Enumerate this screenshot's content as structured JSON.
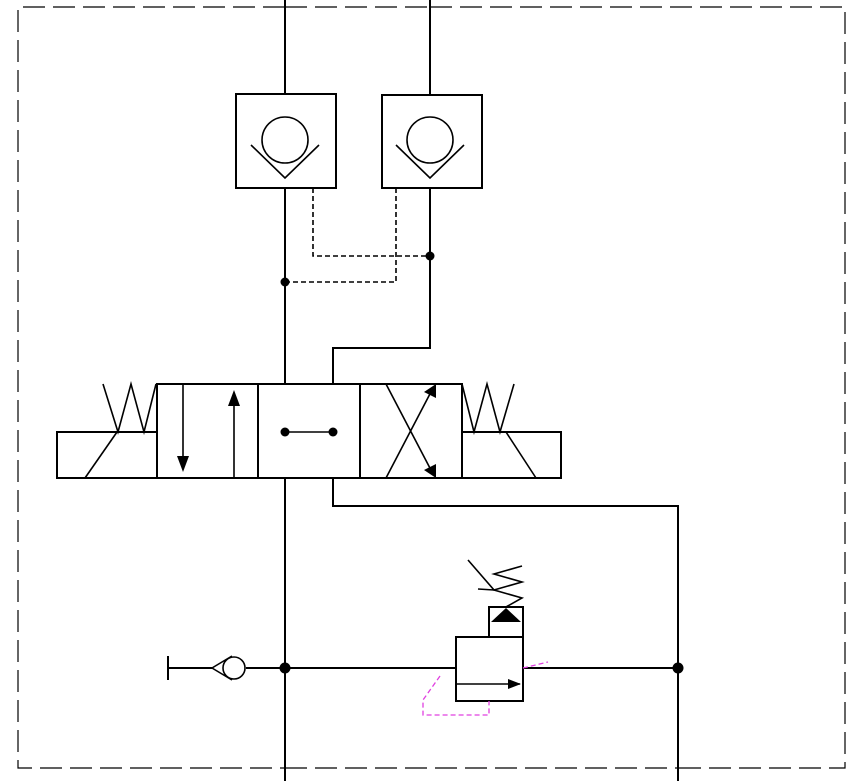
{
  "diagram": {
    "colors": {
      "line": "#000000",
      "background": "#ffffff",
      "pilot_drain": "#e040e0"
    },
    "components": [
      {
        "id": "check-valve-left",
        "kind": "pilot-operated check valve"
      },
      {
        "id": "check-valve-right",
        "kind": "pilot-operated check valve"
      },
      {
        "id": "directional-valve",
        "kind": "4/3 solenoid directional control valve, spring centered"
      },
      {
        "id": "pressure-valve",
        "kind": "pressure reducing / relief valve with spring"
      },
      {
        "id": "quick-coupling",
        "kind": "quick coupling with check"
      },
      {
        "id": "frame",
        "kind": "component enclosure (dashed)"
      }
    ]
  }
}
